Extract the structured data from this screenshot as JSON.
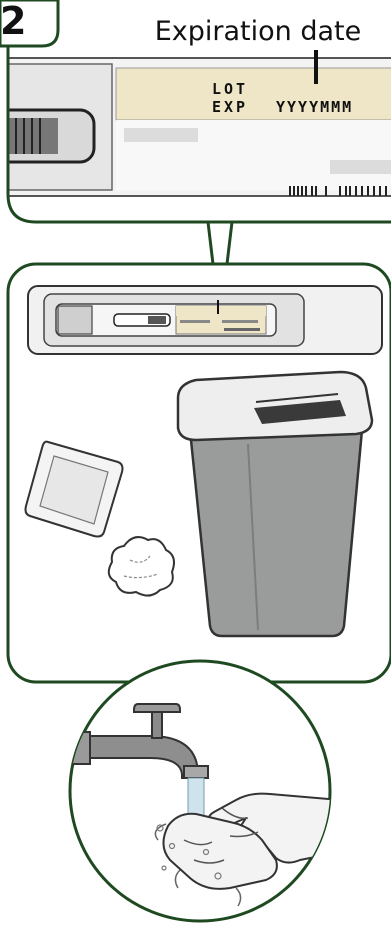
{
  "step": {
    "number": "2"
  },
  "callout": {
    "title": "Expiration date",
    "lot_label": "LOT",
    "exp_label": "EXP",
    "exp_format": "YYYYMMM"
  },
  "colors": {
    "frame_green": "#1f4a21",
    "label_tan": "#efe6c8",
    "bin_gray": "#9a9c9b",
    "water_blue": "#cfe3ee"
  },
  "icons": [
    "injection-pen-icon",
    "sharps-bin-icon",
    "alcohol-wipe-icon",
    "cotton-ball-icon",
    "tap-icon",
    "hands-washing-icon"
  ]
}
